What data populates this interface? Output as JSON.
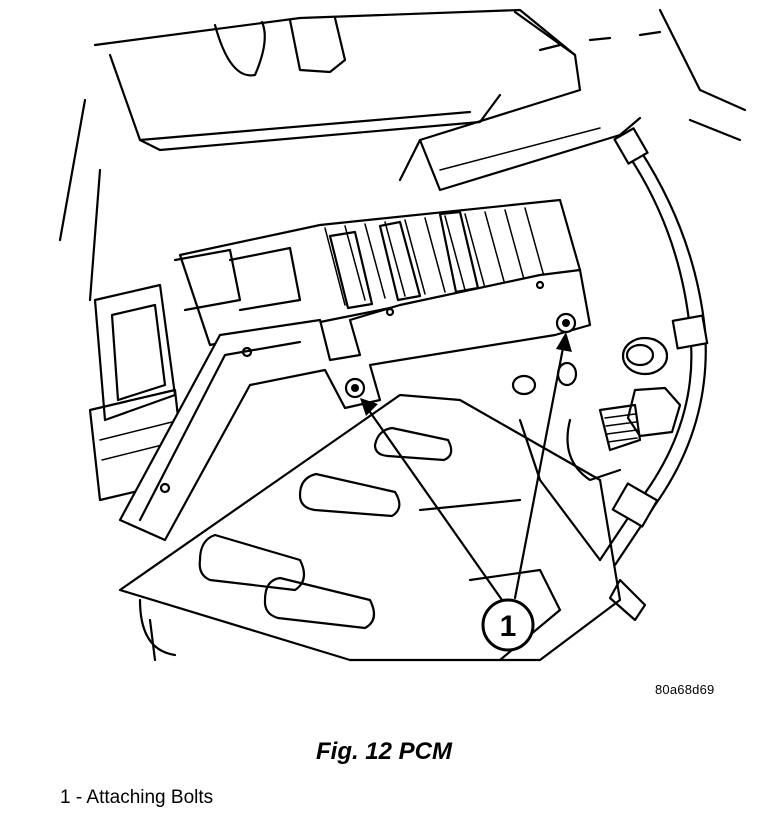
{
  "figure": {
    "image_code": "80a68d69",
    "caption": "Fig. 12 PCM"
  },
  "callout": {
    "number": "1"
  },
  "legend": {
    "items": [
      {
        "label": "1 - Attaching Bolts"
      }
    ]
  }
}
